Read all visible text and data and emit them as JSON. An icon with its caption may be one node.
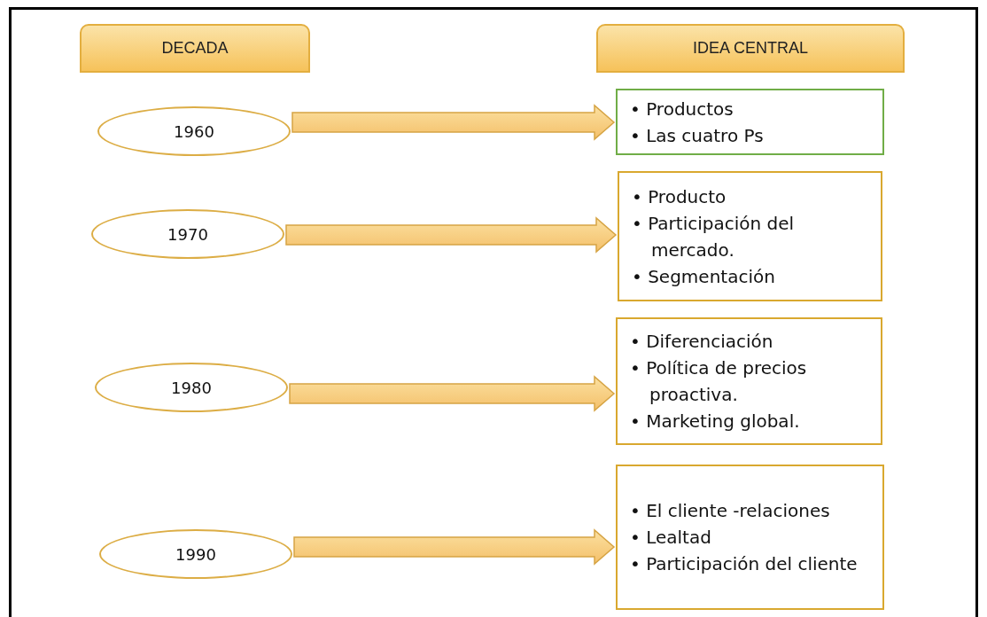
{
  "diagram": {
    "nodes": [
      {
        "text": [
          "DECADA"
        ]
      },
      {
        "text": [
          "IDEA CENTRAL"
        ]
      },
      {
        "text": [
          "1960"
        ]
      },
      {
        "text": [
          "• Productos",
          "• Las cuatro Ps"
        ]
      },
      {
        "text": [
          "1970"
        ]
      },
      {
        "text": [
          "• Producto",
          "• Participación del mercado.",
          "• Segmentación"
        ]
      },
      {
        "text": [
          "1980"
        ]
      },
      {
        "text": [
          "• Diferenciación",
          "• Política de precios proactiva.",
          "• Marketing global."
        ]
      },
      {
        "text": [
          "1990"
        ]
      },
      {
        "text": [
          "• El cliente -relaciones",
          "• Lealtad",
          "• Participación del cliente"
        ]
      }
    ],
    "edges": [
      {
        "from": 2,
        "to": 3,
        "arrow": "to"
      },
      {
        "from": 4,
        "to": 5,
        "arrow": "to"
      },
      {
        "from": 6,
        "to": 7,
        "arrow": "to"
      },
      {
        "from": 8,
        "to": 9,
        "arrow": "to"
      }
    ]
  }
}
